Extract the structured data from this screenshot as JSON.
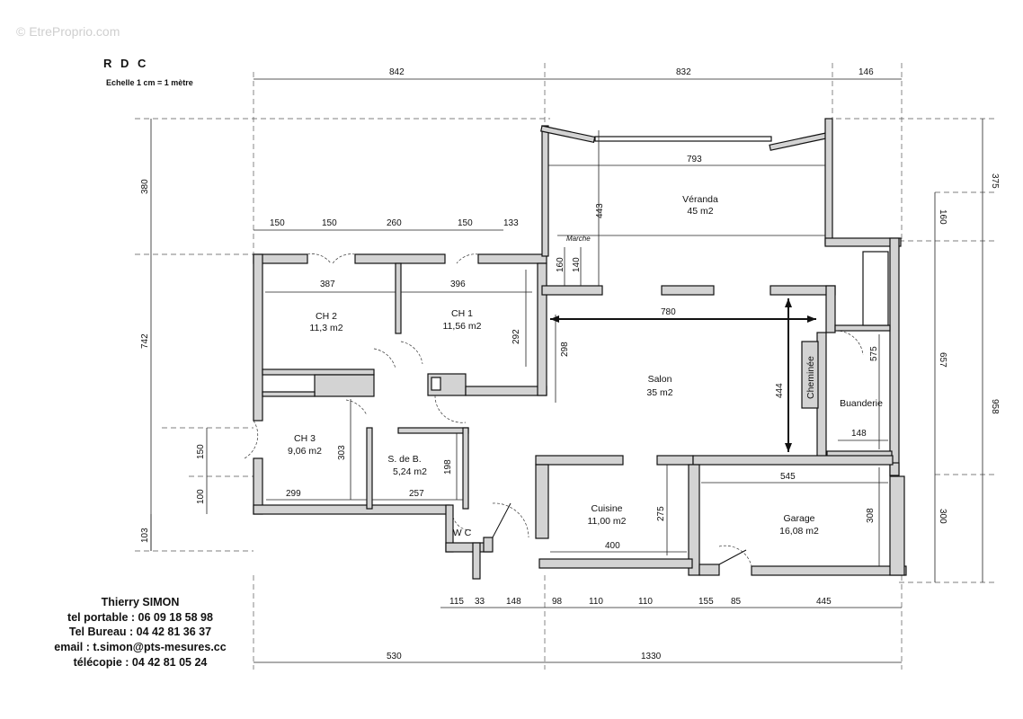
{
  "watermark": "© EtreProprio.com",
  "title": "R D C",
  "scale": "Echelle 1 cm = 1 mètre",
  "rooms": {
    "veranda": {
      "name": "Véranda",
      "area": "45 m2"
    },
    "salon": {
      "name": "Salon",
      "area": "35 m2"
    },
    "ch1": {
      "name": "CH 1",
      "area": "11,56 m2"
    },
    "ch2": {
      "name": "CH 2",
      "area": "11,3 m2"
    },
    "ch3": {
      "name": "CH 3",
      "area": "9,06 m2"
    },
    "sdb": {
      "name": "S. de B.",
      "area": "5,24 m2"
    },
    "wc": {
      "name": "W C"
    },
    "cuisine": {
      "name": "Cuisine",
      "area": "11,00 m2"
    },
    "garage": {
      "name": "Garage",
      "area": "16,08 m2"
    },
    "buanderie": {
      "name": "Buanderie"
    },
    "cheminee": {
      "name": "Cheminée"
    }
  },
  "marche": "Marche",
  "dims": {
    "top842": "842",
    "top832": "832",
    "top146": "146",
    "d150a": "150",
    "d150b": "150",
    "d260": "260",
    "d150c": "150",
    "d133": "133",
    "d793": "793",
    "d443": "443",
    "d160a": "160",
    "d140": "140",
    "d387": "387",
    "d396": "396",
    "d292": "292",
    "d298": "298",
    "d780": "780",
    "d444": "444",
    "d575": "575",
    "d148a": "148",
    "d303": "303",
    "d299": "299",
    "d257": "257",
    "d198": "198",
    "d275": "275",
    "d400": "400",
    "d545": "545",
    "d308": "308",
    "left380": "380",
    "left742": "742",
    "left150": "150",
    "left100": "100",
    "left103": "103",
    "right375": "375",
    "right160": "160",
    "right657": "657",
    "right958": "958",
    "right300": "300",
    "b115": "115",
    "b33": "33",
    "b148": "148",
    "b98": "98",
    "b110a": "110",
    "b110b": "110",
    "b155": "155",
    "b85": "85",
    "b445": "445",
    "b530": "530",
    "b1330": "1330"
  },
  "contact": {
    "name": "Thierry SIMON",
    "mobile": "tel portable : 06 09 18 58 98",
    "office": "Tel Bureau  : 04 42 81 36 37",
    "email": "email : t.simon@pts-mesures.cc",
    "fax": "télécopie : 04 42 81 05 24"
  }
}
